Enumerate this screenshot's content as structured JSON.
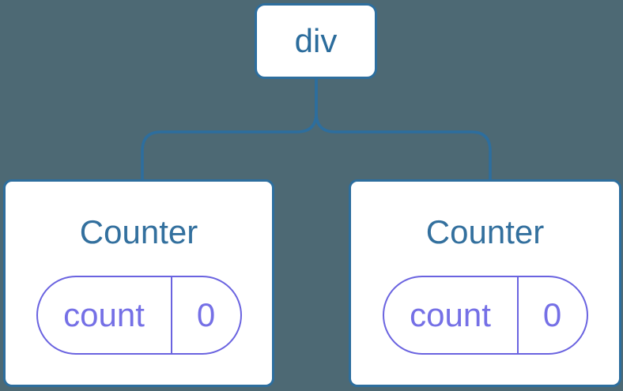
{
  "diagram": {
    "description": "Component tree diagram: a div parent with two Counter children, each holding independent state",
    "root": {
      "label": "div"
    },
    "children": [
      {
        "title": "Counter",
        "state": {
          "key": "count",
          "value": "0"
        }
      },
      {
        "title": "Counter",
        "state": {
          "key": "count",
          "value": "0"
        }
      }
    ]
  },
  "colors": {
    "background": "#4d6974",
    "node_background": "#ffffff",
    "node_border_blue": "#2d6e9e",
    "root_label_blue": "#2b6c9c",
    "counter_title_blue": "#33709e",
    "state_pill_border_purple": "#6a63e0",
    "state_pill_text_purple": "#7570e6"
  }
}
